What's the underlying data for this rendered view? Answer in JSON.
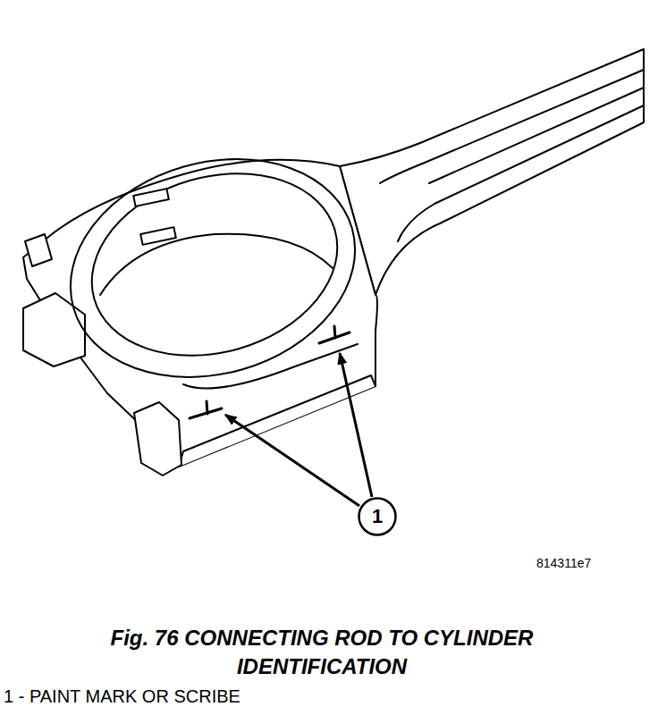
{
  "diagram": {
    "caption": "Fig. 76 CONNECTING ROD TO CYLINDER IDENTIFICATION",
    "nodes": [
      {
        "text": [
          "1"
        ]
      }
    ],
    "labels": [
      "814311e7",
      "1 - PAINT MARK OR SCRIBE"
    ]
  }
}
